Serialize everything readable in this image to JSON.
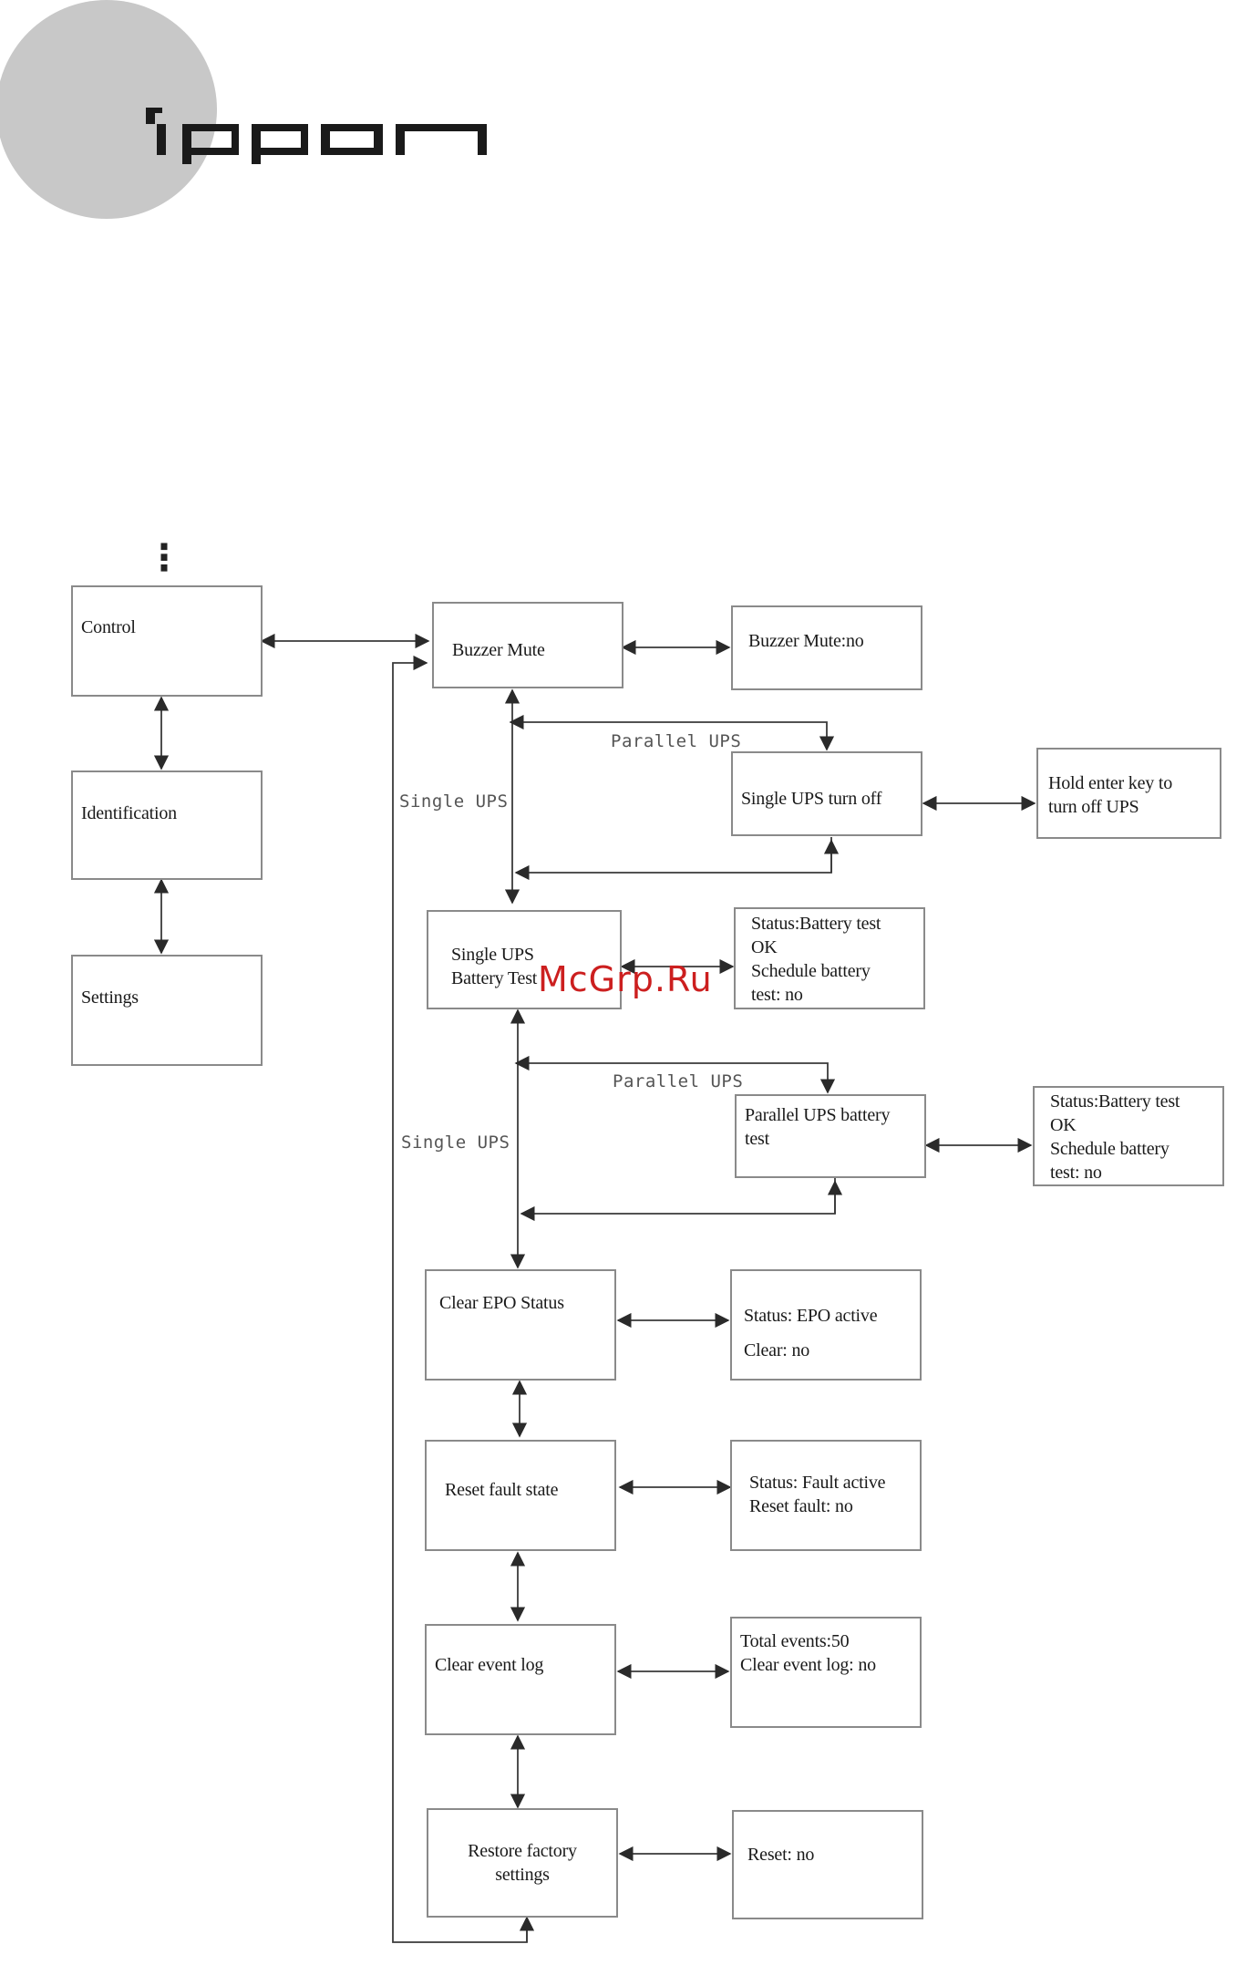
{
  "brand": {
    "logo_text": "ippon",
    "circle_color": "#c8c8c8"
  },
  "menu": {
    "ellipsis": "⋮",
    "control": "Control",
    "identification": "Identification",
    "settings": "Settings"
  },
  "control_items": {
    "buzzer_mute": "Buzzer  Mute",
    "buzzer_mute_value": "Buzzer  Mute:no",
    "single_ups_turn_off": "Single UPS turn off",
    "hold_enter": "Hold enter key to\nturn off UPS",
    "single_battery_test": "Single UPS\nBattery Test",
    "single_battery_status": "Status:Battery test\nOK\nSchedule battery\ntest: no",
    "parallel_battery_test": "Parallel UPS battery\ntest",
    "parallel_battery_status": "Status:Battery test\nOK\nSchedule battery\ntest: no",
    "clear_epo": "Clear EPO Status",
    "clear_epo_status": "Status: EPO active\nClear: no",
    "reset_fault": "Reset fault state",
    "reset_fault_status": "Status: Fault active\nReset fault: no",
    "clear_event_log": "Clear event log",
    "clear_event_log_status": "Total events:50\nClear event log: no",
    "restore_factory": "Restore factory\nsettings",
    "restore_factory_status": "Reset: no"
  },
  "edge_labels": {
    "parallel_ups_1": "Parallel UPS",
    "single_ups_1": "Single UPS",
    "parallel_ups_2": "Parallel UPS",
    "single_ups_2": "Single UPS"
  },
  "watermark": "McGrp.Ru",
  "colors": {
    "box_border": "#8a8a8a",
    "line": "#3a3a3a",
    "watermark": "#cc1f1f"
  }
}
